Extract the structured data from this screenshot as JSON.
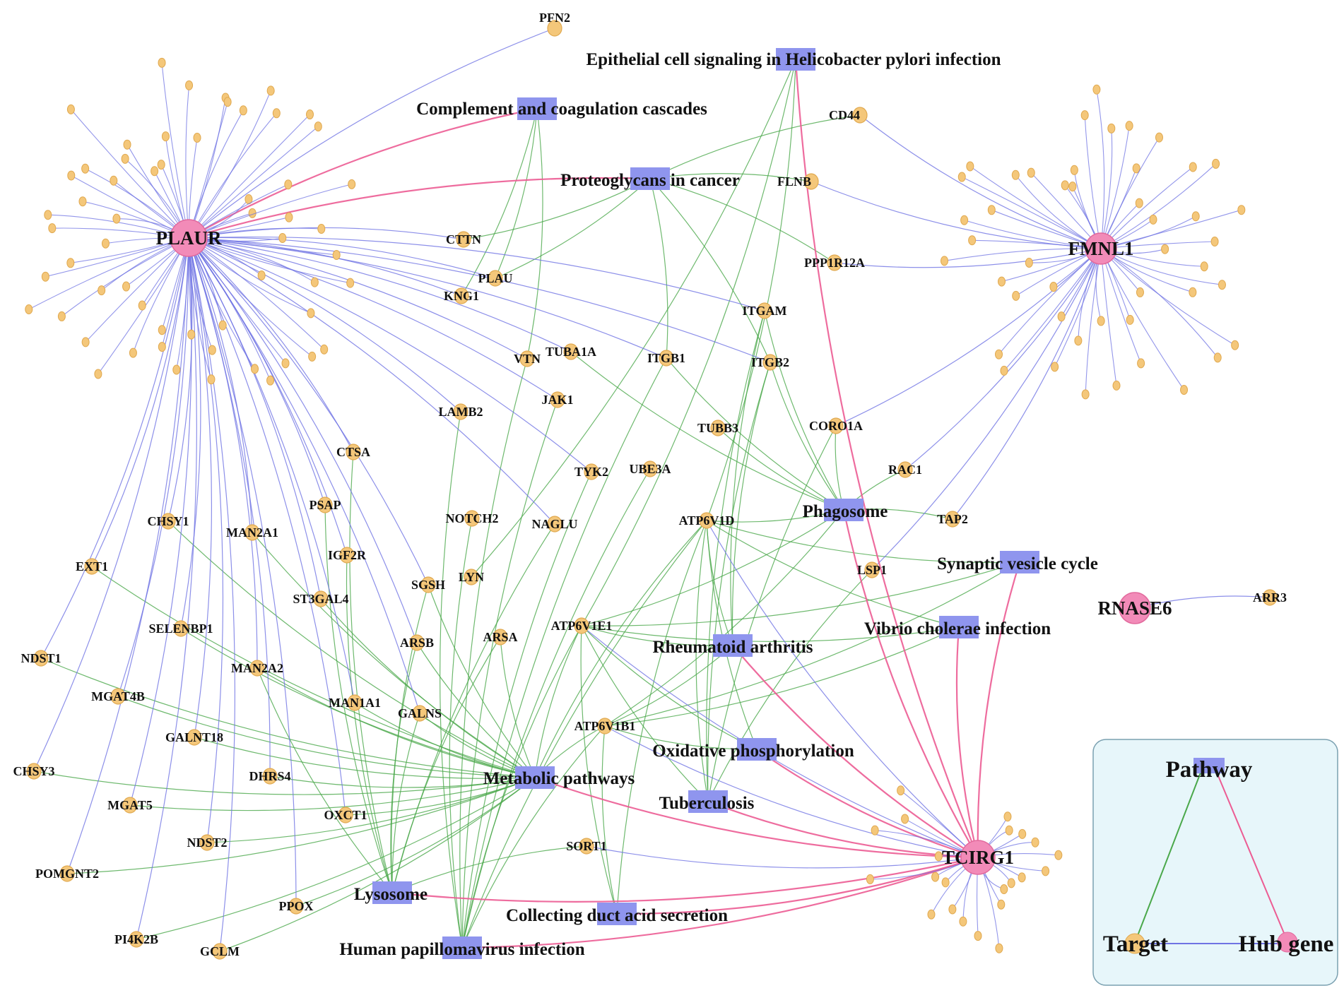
{
  "colors": {
    "target_fill": "#f4c77a",
    "target_stroke": "#e0a950",
    "hub_fill": "#f28bb8",
    "hub_stroke": "#e26a9d",
    "pathway_fill": "#8f95ee",
    "edge_target_hub": "#6f73e3",
    "edge_target_pathway": "#4aa84a",
    "edge_pathway_hub": "#ec5c93",
    "legend_bg": "#e7f6fa",
    "legend_border": "#7aa0b0"
  },
  "hubs": [
    "PLAUR",
    "FMNL1",
    "TCIRG1",
    "RNASE6"
  ],
  "pathways": [
    "Epithelial cell signaling in Helicobacter pylori infection",
    "Complement and coagulation cascades",
    "Proteoglycans in cancer",
    "Phagosome",
    "Synaptic vesicle cycle",
    "Vibrio cholerae infection",
    "Rheumatoid arthritis",
    "Oxidative phosphorylation",
    "Metabolic pathways",
    "Tuberculosis",
    "Lysosome",
    "Collecting duct acid secretion",
    "Human papillomavirus infection"
  ],
  "targets": [
    "PFN2",
    "CD44",
    "FLNB",
    "PPP1R12A",
    "CTTN",
    "PLAU",
    "KNG1",
    "ITGAM",
    "VTN",
    "TUBA1A",
    "ITGB1",
    "ITGB2",
    "JAK1",
    "LAMB2",
    "TUBB3",
    "CORO1A",
    "RAC1",
    "CTSA",
    "TYK2",
    "UBE3A",
    "PSAP",
    "NOTCH2",
    "NAGLU",
    "ATP6V1D",
    "TAP2",
    "CHSY1",
    "MAN2A1",
    "IGF2R",
    "EXT1",
    "SGSH",
    "LYN",
    "LSP1",
    "ST3GAL4",
    "ARR3",
    "SELENBP1",
    "ARSB",
    "ARSA",
    "ATP6V1E1",
    "NDST1",
    "MAN2A2",
    "MGAT4B",
    "MAN1A1",
    "GALNS",
    "ATP6V1B1",
    "GALNT18",
    "CHSY3",
    "DHRS4",
    "MGAT5",
    "OXCT1",
    "NDST2",
    "SORT1",
    "POMGNT2",
    "PPOX",
    "PI4K2B",
    "GCLM"
  ],
  "edges_pathway_hub": [
    [
      "Complement and coagulation cascades",
      "PLAUR"
    ],
    [
      "Proteoglycans in cancer",
      "PLAUR"
    ],
    [
      "Epithelial cell signaling in Helicobacter pylori infection",
      "TCIRG1"
    ],
    [
      "Phagosome",
      "TCIRG1"
    ],
    [
      "Synaptic vesicle cycle",
      "TCIRG1"
    ],
    [
      "Vibrio cholerae infection",
      "TCIRG1"
    ],
    [
      "Rheumatoid arthritis",
      "TCIRG1"
    ],
    [
      "Oxidative phosphorylation",
      "TCIRG1"
    ],
    [
      "Metabolic pathways",
      "TCIRG1"
    ],
    [
      "Tuberculosis",
      "TCIRG1"
    ],
    [
      "Lysosome",
      "TCIRG1"
    ],
    [
      "Collecting duct acid secretion",
      "TCIRG1"
    ],
    [
      "Human papillomavirus infection",
      "TCIRG1"
    ]
  ],
  "edges_target_hub": [
    [
      "PFN2",
      "PLAUR"
    ],
    [
      "CTTN",
      "PLAUR"
    ],
    [
      "PLAU",
      "PLAUR"
    ],
    [
      "KNG1",
      "PLAUR"
    ],
    [
      "VTN",
      "PLAUR"
    ],
    [
      "TUBA1A",
      "PLAUR"
    ],
    [
      "ITGB1",
      "PLAUR"
    ],
    [
      "ITGB2",
      "PLAUR"
    ],
    [
      "ITGAM",
      "PLAUR"
    ],
    [
      "JAK1",
      "PLAUR"
    ],
    [
      "LAMB2",
      "PLAUR"
    ],
    [
      "TYK2",
      "PLAUR"
    ],
    [
      "CTSA",
      "PLAUR"
    ],
    [
      "PSAP",
      "PLAUR"
    ],
    [
      "NAGLU",
      "PLAUR"
    ],
    [
      "CHSY1",
      "PLAUR"
    ],
    [
      "MAN2A1",
      "PLAUR"
    ],
    [
      "IGF2R",
      "PLAUR"
    ],
    [
      "EXT1",
      "PLAUR"
    ],
    [
      "SGSH",
      "PLAUR"
    ],
    [
      "ST3GAL4",
      "PLAUR"
    ],
    [
      "SELENBP1",
      "PLAUR"
    ],
    [
      "ARSB",
      "PLAUR"
    ],
    [
      "NDST1",
      "PLAUR"
    ],
    [
      "MAN2A2",
      "PLAUR"
    ],
    [
      "MGAT4B",
      "PLAUR"
    ],
    [
      "MAN1A1",
      "PLAUR"
    ],
    [
      "GALNT18",
      "PLAUR"
    ],
    [
      "CHSY3",
      "PLAUR"
    ],
    [
      "DHRS4",
      "PLAUR"
    ],
    [
      "MGAT5",
      "PLAUR"
    ],
    [
      "OXCT1",
      "PLAUR"
    ],
    [
      "NDST2",
      "PLAUR"
    ],
    [
      "POMGNT2",
      "PLAUR"
    ],
    [
      "PPOX",
      "PLAUR"
    ],
    [
      "PI4K2B",
      "PLAUR"
    ],
    [
      "GCLM",
      "PLAUR"
    ],
    [
      "GALNS",
      "PLAUR"
    ],
    [
      "CD44",
      "FMNL1"
    ],
    [
      "FLNB",
      "FMNL1"
    ],
    [
      "PPP1R12A",
      "FMNL1"
    ],
    [
      "CORO1A",
      "FMNL1"
    ],
    [
      "RAC1",
      "FMNL1"
    ],
    [
      "TAP2",
      "FMNL1"
    ],
    [
      "LSP1",
      "FMNL1"
    ],
    [
      "ATP6V1D",
      "TCIRG1"
    ],
    [
      "ATP6V1E1",
      "TCIRG1"
    ],
    [
      "ATP6V1B1",
      "TCIRG1"
    ],
    [
      "SORT1",
      "TCIRG1"
    ],
    [
      "ARR3",
      "RNASE6"
    ]
  ],
  "edges_target_pathway": [
    [
      "PLAU",
      "Complement and coagulation cascades"
    ],
    [
      "KNG1",
      "Complement and coagulation cascades"
    ],
    [
      "VTN",
      "Complement and coagulation cascades"
    ],
    [
      "CD44",
      "Proteoglycans in cancer"
    ],
    [
      "FLNB",
      "Proteoglycans in cancer"
    ],
    [
      "PLAU",
      "Proteoglycans in cancer"
    ],
    [
      "ITGB1",
      "Proteoglycans in cancer"
    ],
    [
      "PPP1R12A",
      "Proteoglycans in cancer"
    ],
    [
      "CTTN",
      "Proteoglycans in cancer"
    ],
    [
      "ITGB2",
      "Proteoglycans in cancer"
    ],
    [
      "LYN",
      "Epithelial cell signaling in Helicobacter pylori infection"
    ],
    [
      "ATP6V1E1",
      "Epithelial cell signaling in Helicobacter pylori infection"
    ],
    [
      "ATP6V1D",
      "Epithelial cell signaling in Helicobacter pylori infection"
    ],
    [
      "ITGB2",
      "Phagosome"
    ],
    [
      "ITGAM",
      "Phagosome"
    ],
    [
      "TUBA1A",
      "Phagosome"
    ],
    [
      "TUBB3",
      "Phagosome"
    ],
    [
      "CORO1A",
      "Phagosome"
    ],
    [
      "RAC1",
      "Phagosome"
    ],
    [
      "TAP2",
      "Phagosome"
    ],
    [
      "ATP6V1D",
      "Phagosome"
    ],
    [
      "ATP6V1E1",
      "Phagosome"
    ],
    [
      "ATP6V1B1",
      "Phagosome"
    ],
    [
      "ITGB1",
      "Phagosome"
    ],
    [
      "ATP6V1D",
      "Synaptic vesicle cycle"
    ],
    [
      "ATP6V1E1",
      "Synaptic vesicle cycle"
    ],
    [
      "ATP6V1B1",
      "Synaptic vesicle cycle"
    ],
    [
      "ATP6V1D",
      "Vibrio cholerae infection"
    ],
    [
      "ATP6V1E1",
      "Vibrio cholerae infection"
    ],
    [
      "ATP6V1B1",
      "Vibrio cholerae infection"
    ],
    [
      "ITGAM",
      "Rheumatoid arthritis"
    ],
    [
      "ITGB2",
      "Rheumatoid arthritis"
    ],
    [
      "ATP6V1D",
      "Rheumatoid arthritis"
    ],
    [
      "ATP6V1E1",
      "Rheumatoid arthritis"
    ],
    [
      "ATP6V1B1",
      "Rheumatoid arthritis"
    ],
    [
      "ATP6V1D",
      "Oxidative phosphorylation"
    ],
    [
      "ATP6V1E1",
      "Oxidative phosphorylation"
    ],
    [
      "ATP6V1B1",
      "Oxidative phosphorylation"
    ],
    [
      "ITGAM",
      "Tuberculosis"
    ],
    [
      "ITGB2",
      "Tuberculosis"
    ],
    [
      "CORO1A",
      "Tuberculosis"
    ],
    [
      "LSP1",
      "Tuberculosis"
    ],
    [
      "ATP6V1D",
      "Tuberculosis"
    ],
    [
      "ATP6V1E1",
      "Tuberculosis"
    ],
    [
      "CHSY1",
      "Metabolic pathways"
    ],
    [
      "MAN2A1",
      "Metabolic pathways"
    ],
    [
      "EXT1",
      "Metabolic pathways"
    ],
    [
      "ST3GAL4",
      "Metabolic pathways"
    ],
    [
      "SELENBP1",
      "Metabolic pathways"
    ],
    [
      "NDST1",
      "Metabolic pathways"
    ],
    [
      "MAN2A2",
      "Metabolic pathways"
    ],
    [
      "MGAT4B",
      "Metabolic pathways"
    ],
    [
      "MAN1A1",
      "Metabolic pathways"
    ],
    [
      "GALNS",
      "Metabolic pathways"
    ],
    [
      "GALNT18",
      "Metabolic pathways"
    ],
    [
      "CHSY3",
      "Metabolic pathways"
    ],
    [
      "DHRS4",
      "Metabolic pathways"
    ],
    [
      "MGAT5",
      "Metabolic pathways"
    ],
    [
      "OXCT1",
      "Metabolic pathways"
    ],
    [
      "NDST2",
      "Metabolic pathways"
    ],
    [
      "POMGNT2",
      "Metabolic pathways"
    ],
    [
      "PPOX",
      "Metabolic pathways"
    ],
    [
      "PI4K2B",
      "Metabolic pathways"
    ],
    [
      "GCLM",
      "Metabolic pathways"
    ],
    [
      "ARSB",
      "Metabolic pathways"
    ],
    [
      "ARSA",
      "Metabolic pathways"
    ],
    [
      "ATP6V1D",
      "Metabolic pathways"
    ],
    [
      "ATP6V1E1",
      "Metabolic pathways"
    ],
    [
      "ATP6V1B1",
      "Metabolic pathways"
    ],
    [
      "SGSH",
      "Metabolic pathways"
    ],
    [
      "CTSA",
      "Lysosome"
    ],
    [
      "PSAP",
      "Lysosome"
    ],
    [
      "IGF2R",
      "Lysosome"
    ],
    [
      "SGSH",
      "Lysosome"
    ],
    [
      "NAGLU",
      "Lysosome"
    ],
    [
      "ARSB",
      "Lysosome"
    ],
    [
      "ARSA",
      "Lysosome"
    ],
    [
      "GALNS",
      "Lysosome"
    ],
    [
      "SORT1",
      "Lysosome"
    ],
    [
      "MAN2A2",
      "Lysosome"
    ],
    [
      "ATP6V1D",
      "Collecting duct acid secretion"
    ],
    [
      "ATP6V1E1",
      "Collecting duct acid secretion"
    ],
    [
      "ATP6V1B1",
      "Collecting duct acid secretion"
    ],
    [
      "ITGB1",
      "Human papillomavirus infection"
    ],
    [
      "JAK1",
      "Human papillomavirus infection"
    ],
    [
      "TYK2",
      "Human papillomavirus infection"
    ],
    [
      "NOTCH2",
      "Human papillomavirus infection"
    ],
    [
      "LAMB2",
      "Human papillomavirus infection"
    ],
    [
      "ATP6V1D",
      "Human papillomavirus infection"
    ],
    [
      "ATP6V1E1",
      "Human papillomavirus infection"
    ],
    [
      "ATP6V1B1",
      "Human papillomavirus infection"
    ],
    [
      "UBE3A",
      "Human papillomavirus infection"
    ],
    [
      "VTN",
      "Human papillomavirus infection"
    ]
  ],
  "legend": {
    "pathway": "Pathway",
    "target": "Target",
    "hub": "Hub gene"
  }
}
